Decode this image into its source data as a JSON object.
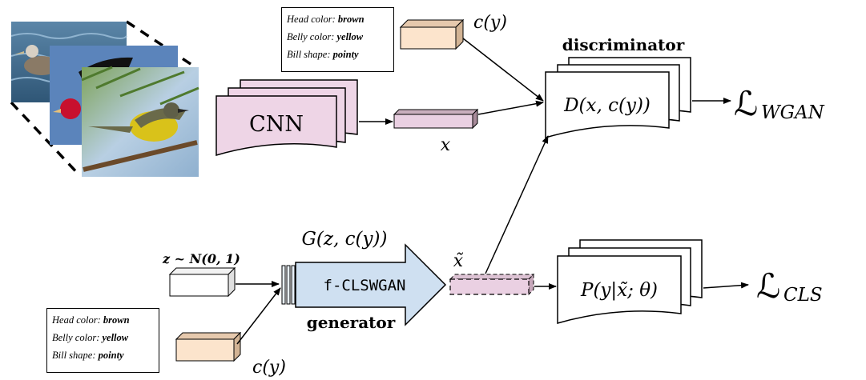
{
  "colors": {
    "cnn_fill": "#eed5e6",
    "feature_fill": "#ead0e2",
    "attr_fill": "#fce4cc",
    "generator_fill": "#cfe0f1",
    "white_box": "#ffffff"
  },
  "attributes_top": [
    {
      "key": "Head color:",
      "value": "brown"
    },
    {
      "key": "Belly color:",
      "value": "yellow"
    },
    {
      "key": "Bill shape:",
      "value": "pointy"
    }
  ],
  "attributes_bottom": [
    {
      "key": "Head color:",
      "value": "brown"
    },
    {
      "key": "Belly color:",
      "value": "yellow"
    },
    {
      "key": "Bill shape:",
      "value": "pointy"
    }
  ],
  "labels": {
    "cnn": "CNN",
    "x": "x",
    "cy_top": "c(y)",
    "cy_bottom": "c(y)",
    "discriminator_title": "discriminator",
    "discriminator_formula": "D(x, c(y))",
    "loss_wgan": "ℒ",
    "loss_wgan_sub": "WGAN",
    "noise": "z ~ N(0, 1)",
    "generator_formula": "G(z, c(y))",
    "generator_name": "f-CLSWGAN",
    "generator_title": "generator",
    "x_tilde": "x̃",
    "classifier_formula": "P(y|x̃; θ)",
    "loss_cls": "ℒ",
    "loss_cls_sub": "CLS"
  },
  "icons": {
    "photo_1": "albatross-photo-icon",
    "photo_2": "woodpecker-photo-icon",
    "photo_3": "yellow-breasted-chat-photo-icon"
  }
}
